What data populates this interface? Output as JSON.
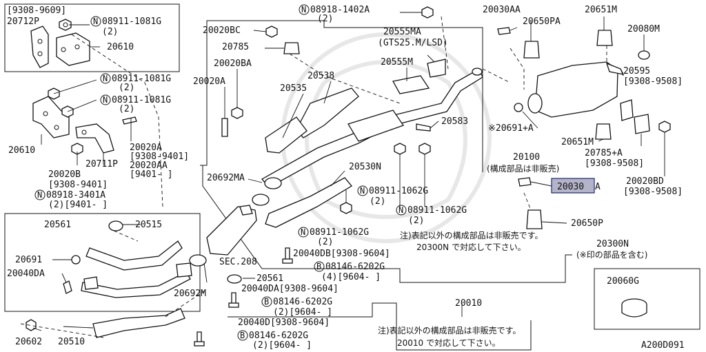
{
  "diagram": {
    "figure_code": "A200D091",
    "highlighted_part": "20030",
    "highlight_color": "#b3b3c9",
    "labels": {
      "top_left_range": "[9308-9609]",
      "p20712P": "20712P",
      "n08911_1081G_a": "08911-1081G",
      "qty2_a": "(2)",
      "p20610_a": "20610",
      "n08911_1081G_b": "08911-1081G",
      "qty2_b": "(2)",
      "n08911_1081G_c": "08911-1081G",
      "qty2_c": "(2)",
      "p20610_b": "20610",
      "p20711P": "20711P",
      "p20020B": "20020B",
      "r20020B": "[9308-9401]",
      "n08918_3401A": "08918-3401A",
      "q08918_3401A": "(2)[9401-    ]",
      "p20020A": "20020A",
      "r20020A": "[9308-9401]",
      "p20020AA": "20020AA",
      "r20020AA": "[9401-    ]",
      "p20020A_b": "20020A",
      "p20020BA": "20020BA",
      "p20020BC": "20020BC",
      "p20785": "20785",
      "n08918_1402A": "08918-1402A",
      "q08918_1402A": "(2)",
      "p20538": "20538",
      "p20535": "20535",
      "p20555MA": "20555MA",
      "t20555MA": "(GTS25.M/LSD)",
      "p20555M": "20555M",
      "p20583": "20583",
      "p20530N": "20530N",
      "p20692MA": "20692MA",
      "n08911_1062G_a": "08911-1062G",
      "q08911_1062G_a": "(2)",
      "n08911_1062G_b": "08911-1062G",
      "q08911_1062G_b": "(2)",
      "n08911_1062G_c": "08911-1062G",
      "q08911_1062G_c": "(2)",
      "p20561_a": "20561",
      "p20515": "20515",
      "p20691": "20691",
      "p20040DA": "20040DA",
      "p20692M": "20692M",
      "sec208": "SEC.208",
      "p20561_b": "20561",
      "p20040DB": "20040DB[9308-9604]",
      "b08146_6202G_a": "08146-6202G",
      "q08146_a": "(4)[9604-    ]",
      "p20040DA_b": "20040DA[9308-9604]",
      "b08146_6202G_b": "08146-6202G",
      "q08146_b": "(2)[9604-    ]",
      "p20040D": "20040D[9308-9604]",
      "b08146_6202G_c": "08146-6202G",
      "q08146_c": "(2)[9604-    ]",
      "p20602": "20602",
      "p20510": "20510",
      "p20010": "20010",
      "note_20010_l1": "注)表記以外の構成部品は非販売です。",
      "note_20010_l2": "20010 で対応して下さい。",
      "note_20300N_l1": "注)表記以外の構成部品は非販売です。",
      "note_20300N_l2": "20300N で対応して下さい。",
      "p20300N": "20300N",
      "t20300N": "(※印の部品を含む)",
      "p20030AA": "20030AA",
      "p20650PA": "20650PA",
      "p20651M_a": "20651M",
      "p20080M": "20080M",
      "p20595": "20595",
      "r20595": "[9308-9508]",
      "p20691A": "※20691+A",
      "p20651M_b": "20651M",
      "p20785A": "20785+A",
      "r20785A": "[9308-9508]",
      "p20100": "20100",
      "t20100": "(構成部品は非販売)",
      "p20020BD": "20020BD",
      "r20020BD": "[9308-9508]",
      "p20030": "20030",
      "p20030_suffix": "A",
      "p20650P": "20650P",
      "p20060G": "20060G"
    }
  }
}
